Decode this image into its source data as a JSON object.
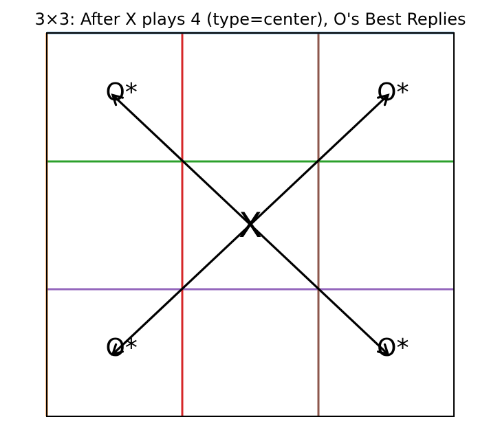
{
  "title": "3×3: After X plays 4 (type=center), O's Best Replies",
  "board": {
    "size": 3,
    "background": "#ffffff",
    "frame_color": "#000000",
    "top_edge_color": "#1f77b4",
    "vertical_line_colors": [
      "#d62728",
      "#8c564b"
    ],
    "horizontal_line_colors": [
      "#2ca02c",
      "#9467bd"
    ],
    "left_edge_color": "#ff7f0e"
  },
  "played": {
    "cell": 4,
    "symbol": "X"
  },
  "best_replies": [
    {
      "cell": 0,
      "label": "O*"
    },
    {
      "cell": 2,
      "label": "O*"
    },
    {
      "cell": 6,
      "label": "O*"
    },
    {
      "cell": 8,
      "label": "O*"
    }
  ],
  "arrow_color": "#000000"
}
